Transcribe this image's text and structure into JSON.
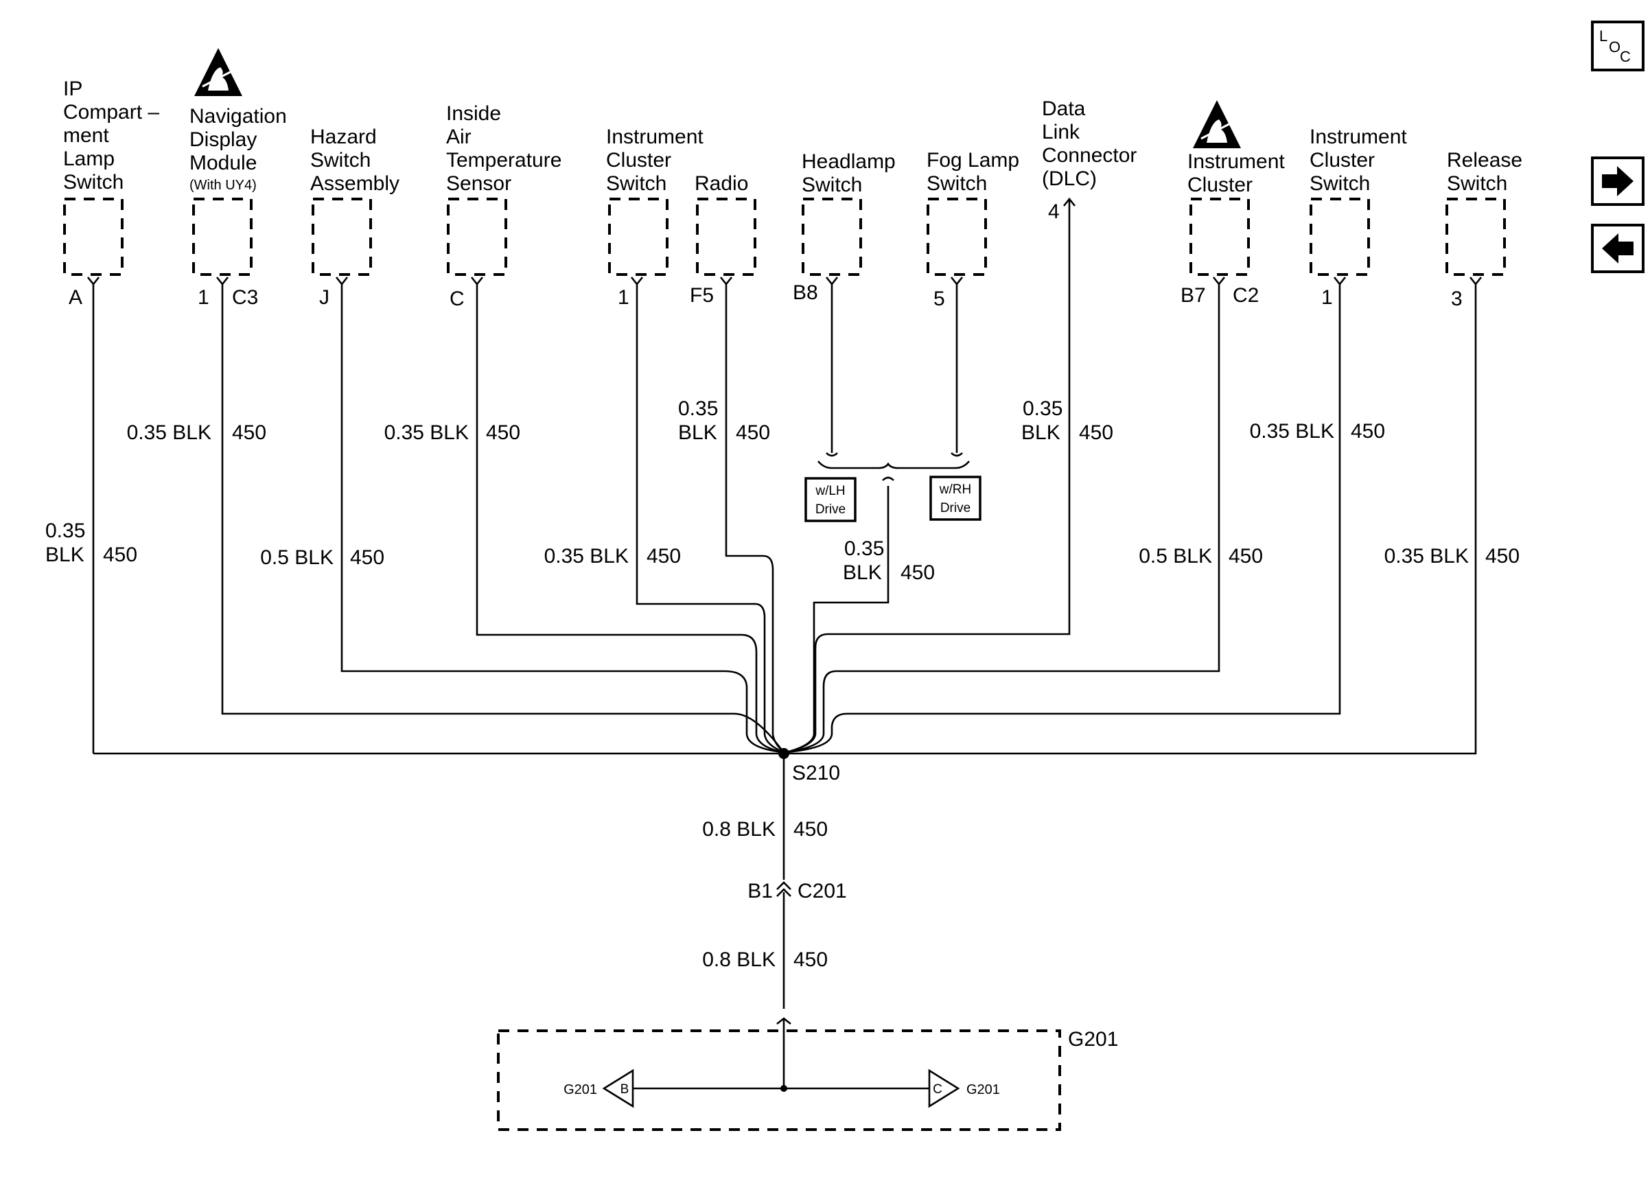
{
  "components": {
    "ip_compartment_lamp_switch": [
      "IP",
      "Compart –",
      "ment",
      "Lamp",
      "Switch"
    ],
    "navigation_display_module": [
      "Navigation",
      "Display",
      "Module"
    ],
    "navigation_display_module_note": "(With UY4)",
    "hazard_switch_assembly": [
      "Hazard",
      "Switch",
      "Assembly"
    ],
    "inside_air_temperature_sensor": [
      "Inside",
      "Air",
      "Temperature",
      "Sensor"
    ],
    "instrument_cluster_switch_left": [
      "Instrument",
      "Cluster",
      "Switch"
    ],
    "radio": [
      "Radio"
    ],
    "headlamp_switch": [
      "Headlamp",
      "Switch"
    ],
    "fog_lamp_switch": [
      "Fog Lamp",
      "Switch"
    ],
    "data_link_connector": [
      "Data",
      "Link",
      "Connector",
      "(DLC)"
    ],
    "instrument_cluster": [
      "Instrument",
      "Cluster"
    ],
    "instrument_cluster_switch_right": [
      "Instrument",
      "Cluster",
      "Switch"
    ],
    "release_switch": [
      "Release",
      "Switch"
    ]
  },
  "pins": {
    "ip_lamp": "A",
    "nav_pin": "1",
    "nav_conn": "C3",
    "hazard": "J",
    "inside_air": "C",
    "icsw_left": "1",
    "radio": "F5",
    "headlamp": "B8",
    "foglamp": "5",
    "dlc": "4",
    "cluster_pin": "B7",
    "cluster_conn": "C2",
    "icsw_right": "1",
    "release": "3"
  },
  "wires": {
    "ip_lamp": [
      "0.35",
      "BLK",
      "450"
    ],
    "nav": [
      "0.35 BLK",
      "450"
    ],
    "hazard": [
      "0.5 BLK",
      "450"
    ],
    "inside_air": [
      "0.35 BLK",
      "450"
    ],
    "icsw_left": [
      "0.35 BLK",
      "450"
    ],
    "radio": [
      "0.35",
      "BLK",
      "450"
    ],
    "headlamp_fog": [
      "0.35",
      "BLK",
      "450"
    ],
    "dlc": [
      "0.35",
      "BLK",
      "450"
    ],
    "cluster": [
      "0.5 BLK",
      "450"
    ],
    "icsw_right": [
      "0.35 BLK",
      "450"
    ],
    "release": [
      "0.35 BLK",
      "450"
    ],
    "trunk_upper": [
      "0.8 BLK",
      "450"
    ],
    "trunk_lower": [
      "0.8 BLK",
      "450"
    ]
  },
  "options": {
    "lh_drive": [
      "w/LH",
      "Drive"
    ],
    "rh_drive": [
      "w/RH",
      "Drive"
    ]
  },
  "splice": "S210",
  "inline_connector": {
    "pin": "B1",
    "name": "C201"
  },
  "ground": {
    "name": "G201",
    "left_label": "G201",
    "left_pin": "B",
    "right_label": "G201",
    "right_pin": "C"
  },
  "nav_controls": {
    "location_icon": "location-icon",
    "loc_letters": [
      "L",
      "O",
      "C"
    ],
    "forward_icon": "arrow-right-icon",
    "back_icon": "arrow-left-icon"
  }
}
